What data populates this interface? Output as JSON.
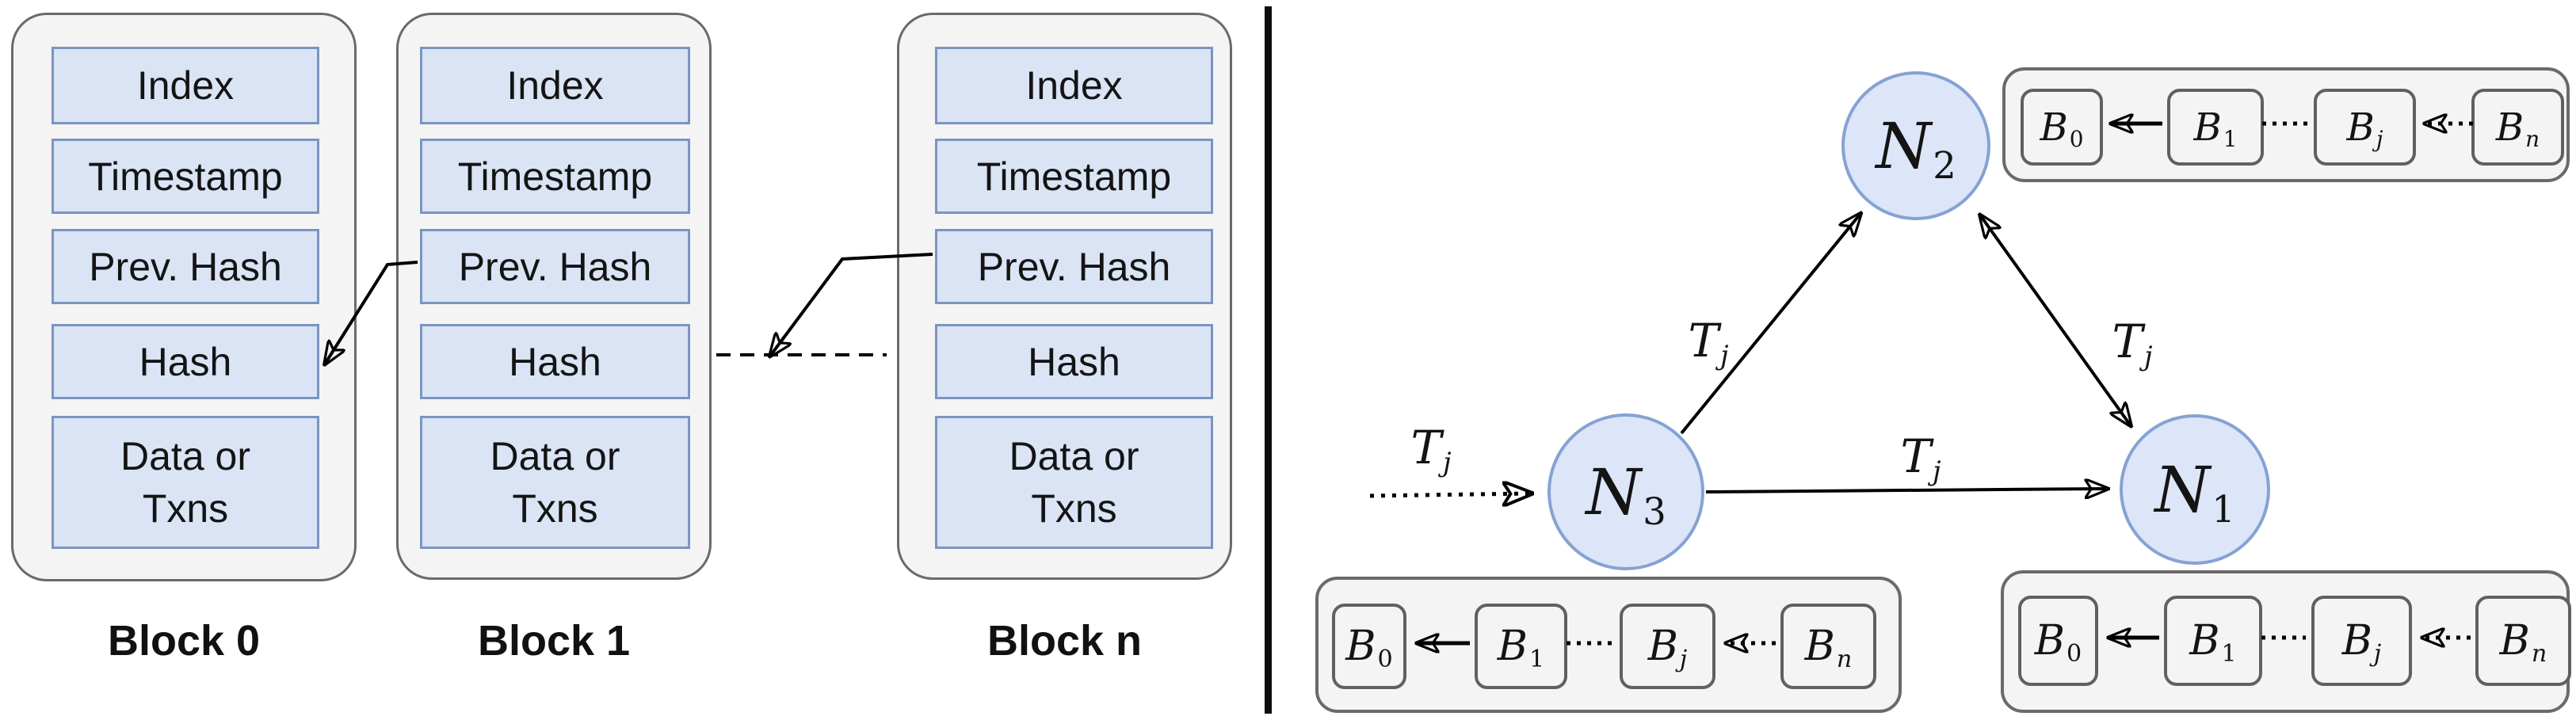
{
  "left_panel": {
    "blocks": [
      {
        "label": "Block 0",
        "fields": [
          "Index",
          "Timestamp",
          "Prev. Hash",
          "Hash",
          "Data or\nTxns"
        ]
      },
      {
        "label": "Block 1",
        "fields": [
          "Index",
          "Timestamp",
          "Prev. Hash",
          "Hash",
          "Data or\nTxns"
        ]
      },
      {
        "label": "Block n",
        "fields": [
          "Index",
          "Timestamp",
          "Prev. Hash",
          "Hash",
          "Data or\nTxns"
        ]
      }
    ]
  },
  "right_panel": {
    "nodes": [
      {
        "main": "N",
        "sub": "2"
      },
      {
        "main": "N",
        "sub": "3"
      },
      {
        "main": "N",
        "sub": "1"
      }
    ],
    "transaction_labels": [
      {
        "main": "T",
        "sub": "j"
      },
      {
        "main": "T",
        "sub": "j"
      },
      {
        "main": "T",
        "sub": "j"
      },
      {
        "main": "T",
        "sub": "j"
      }
    ],
    "chains": [
      {
        "blocks": [
          {
            "main": "B",
            "sub": "0"
          },
          {
            "main": "B",
            "sub": "1"
          },
          {
            "main": "B",
            "sub": "j"
          },
          {
            "main": "B",
            "sub": "n"
          }
        ]
      },
      {
        "blocks": [
          {
            "main": "B",
            "sub": "0"
          },
          {
            "main": "B",
            "sub": "1"
          },
          {
            "main": "B",
            "sub": "j"
          },
          {
            "main": "B",
            "sub": "n"
          }
        ]
      },
      {
        "blocks": [
          {
            "main": "B",
            "sub": "0"
          },
          {
            "main": "B",
            "sub": "1"
          },
          {
            "main": "B",
            "sub": "j"
          },
          {
            "main": "B",
            "sub": "n"
          }
        ]
      }
    ]
  },
  "colors": {
    "field_fill": "#dae4f5",
    "field_border": "#7b95c1",
    "node_fill": "#dce6f8",
    "node_border": "#86a2d3",
    "panel_fill": "#f4f4f4",
    "panel_border": "#6a6a6a",
    "arrow": "#000000",
    "divider": "#0e0e0e",
    "text": "#141414"
  }
}
